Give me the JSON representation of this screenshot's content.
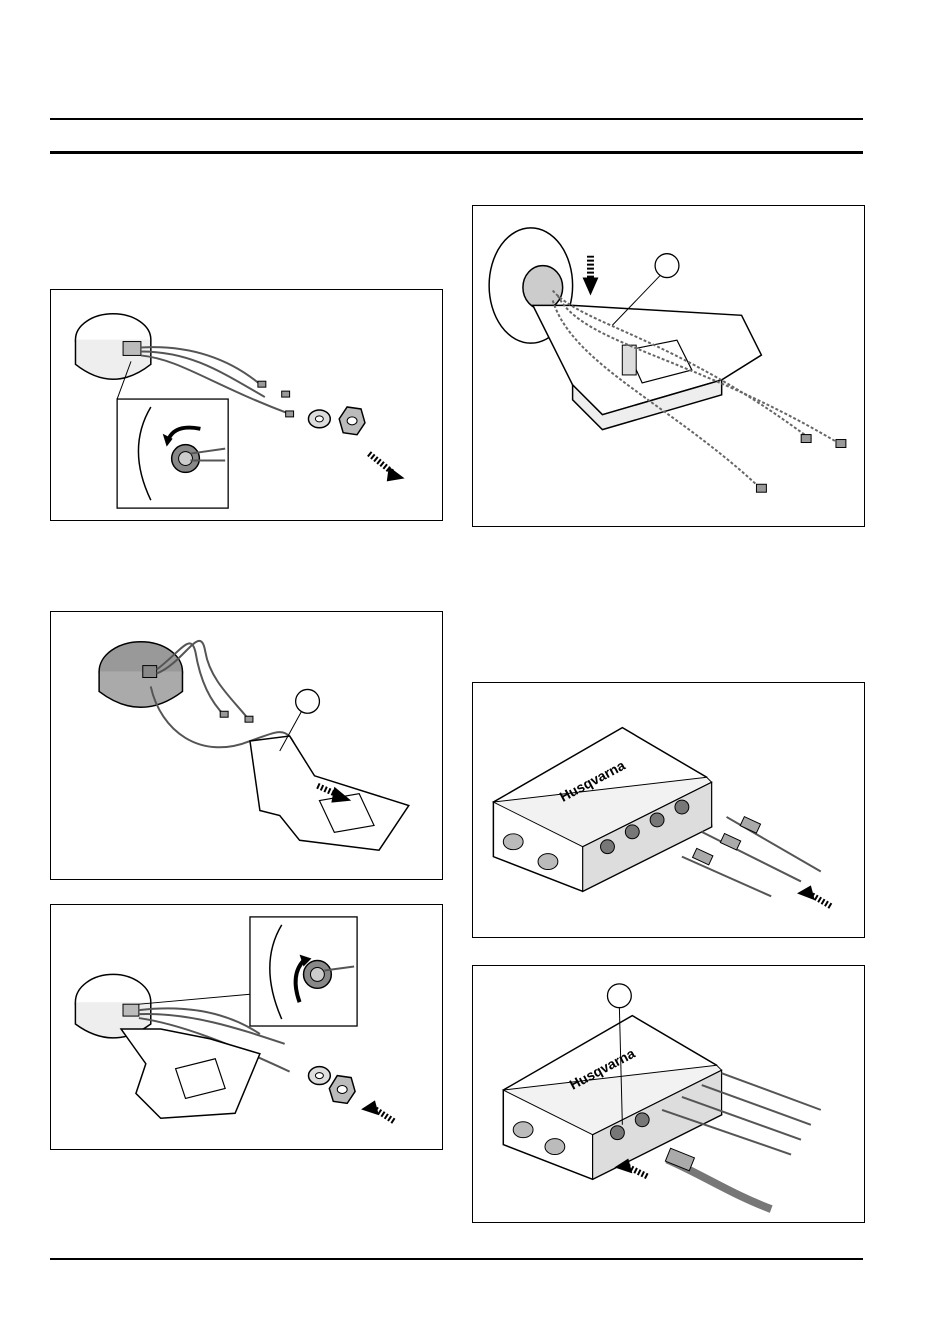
{
  "document": {
    "figures": [
      {
        "id": "fig-1",
        "callout": ""
      },
      {
        "id": "fig-2",
        "callout": ""
      },
      {
        "id": "fig-3",
        "callout": ""
      },
      {
        "id": "fig-4",
        "callout": ""
      },
      {
        "id": "fig-5",
        "callout": ""
      },
      {
        "id": "fig-6",
        "callout": ""
      }
    ],
    "brand_logo": "Husqvarna"
  },
  "icons": [
    "antenna-icon",
    "nut-icon",
    "washer-icon",
    "bracket-icon",
    "connector-icon",
    "arrow-icon"
  ]
}
